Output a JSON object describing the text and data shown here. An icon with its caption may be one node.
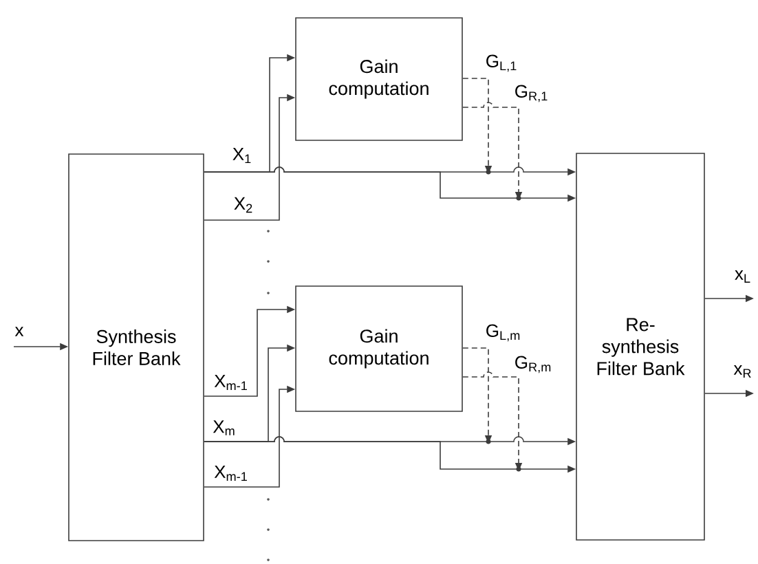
{
  "diagram": {
    "nodes": [
      {
        "text": [
          "Synthesis Filter Bank"
        ]
      },
      {
        "text": [
          "Gain computation"
        ]
      },
      {
        "text": [
          "Gain computation"
        ]
      },
      {
        "text": [
          "Re-synthesis Filter Bank"
        ]
      }
    ],
    "edges": [
      {
        "from": null,
        "to": 0,
        "arrow": "to",
        "label": "x"
      },
      {
        "from": 0,
        "to": 1,
        "arrow": "to",
        "label": "X$_{1}$"
      },
      {
        "from": 0,
        "to": 1,
        "arrow": "to",
        "label": "X$_{2}$"
      },
      {
        "from": 0,
        "to": 3,
        "arrow": "to"
      },
      {
        "from": 0,
        "to": 3,
        "arrow": "to"
      },
      {
        "from": 1,
        "to": null,
        "arrow": "to",
        "style": "dashed",
        "label": "G$_{L,1}$"
      },
      {
        "from": 1,
        "to": null,
        "arrow": "to",
        "style": "dashed",
        "label": "G$_{R,1}$"
      },
      {
        "from": 0,
        "to": 2,
        "arrow": "to",
        "label": "X$_{m-1}$"
      },
      {
        "from": 0,
        "to": 2,
        "arrow": "to",
        "label": "X$_{m}$"
      },
      {
        "from": 0,
        "to": 2,
        "arrow": "to",
        "label": "X$_{m-1}$"
      },
      {
        "from": 0,
        "to": 3,
        "arrow": "to"
      },
      {
        "from": 0,
        "to": 3,
        "arrow": "to"
      },
      {
        "from": 2,
        "to": null,
        "arrow": "to",
        "style": "dashed",
        "label": "G$_{L,m}$"
      },
      {
        "from": 2,
        "to": null,
        "arrow": "to",
        "style": "dashed",
        "label": "G$_{R,m}$"
      },
      {
        "from": 3,
        "to": null,
        "arrow": "to",
        "label": "x$_{L}$"
      },
      {
        "from": 3,
        "to": null,
        "arrow": "to",
        "label": "x$_{R}$"
      }
    ]
  }
}
